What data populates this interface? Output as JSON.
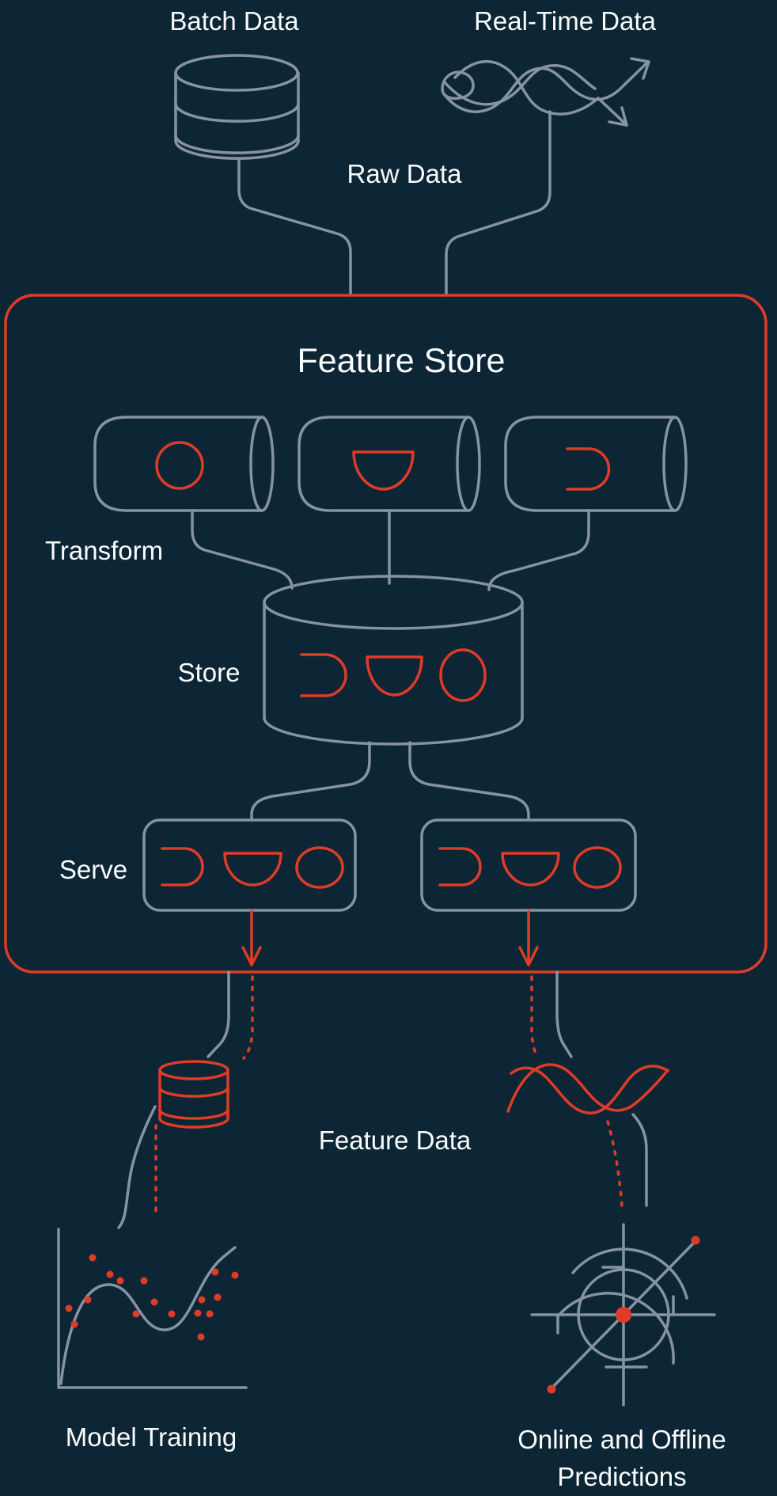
{
  "colors": {
    "background": "#0d2636",
    "red": "#e03b27",
    "gray": "#8593a2",
    "text": "#fafcfd"
  },
  "sources": {
    "batch_label": "Batch Data",
    "realtime_label": "Real-Time Data",
    "raw_label": "Raw Data"
  },
  "feature_store": {
    "title": "Feature Store",
    "stages": {
      "transform": "Transform",
      "store": "Store",
      "serve": "Serve"
    }
  },
  "outputs": {
    "feature_data_label": "Feature Data",
    "model_training_label": "Model Training",
    "predictions_label_line1": "Online and Offline",
    "predictions_label_line2": "Predictions"
  },
  "icons": {
    "batch_source": "database-cylinder-icon",
    "realtime_source": "stream-waves-arrows-icon",
    "transform_units": "horizontal-pipe-icon",
    "store_unit": "database-cylinder-icon",
    "serve_units": "feature-vector-box-icon",
    "feature_database": "red-database-cylinder-icon",
    "feature_stream": "red-wave-icon",
    "model_training": "scatter-plot-with-fit-curve-icon",
    "predictions": "target-scope-icon"
  }
}
